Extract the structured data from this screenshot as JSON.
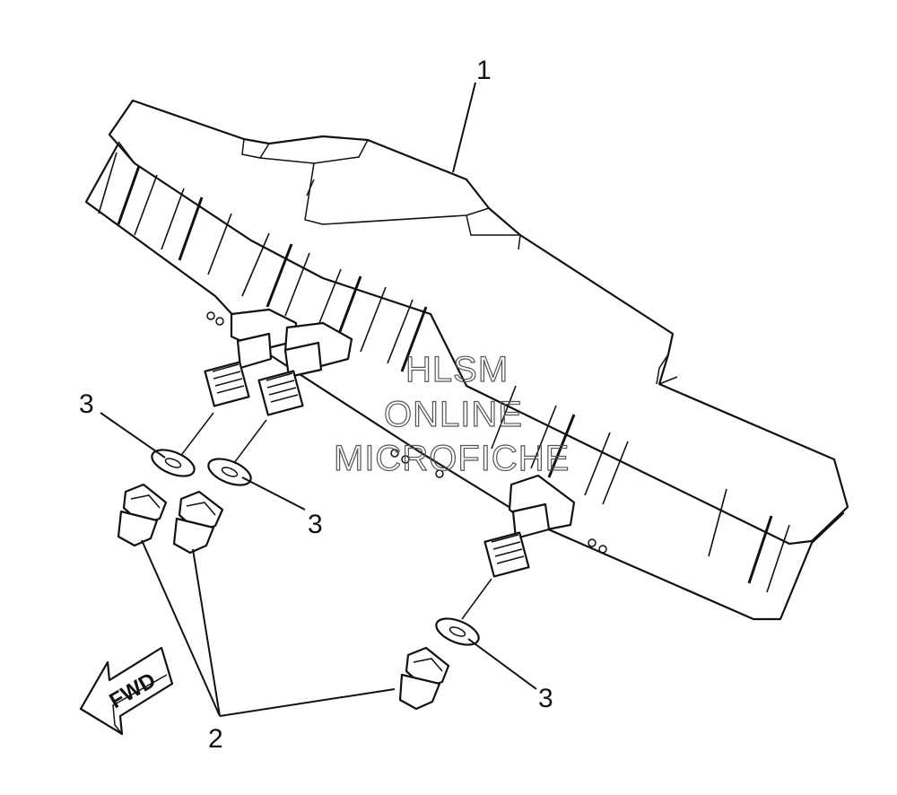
{
  "callouts": {
    "part1": "1",
    "part2": "2",
    "part3_a": "3",
    "part3_b": "3",
    "part3_c": "3"
  },
  "direction_arrow": "FWD",
  "watermark": {
    "line1": "HLSM",
    "line2": "ONLINE",
    "line3": "MICROFICHE"
  }
}
